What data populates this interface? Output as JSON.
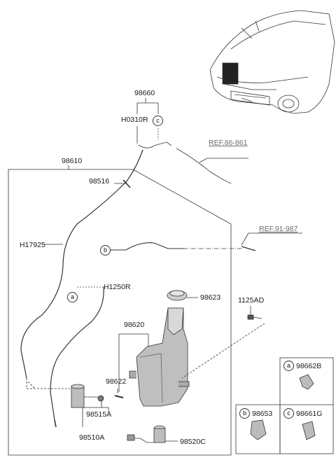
{
  "parts": {
    "p98660": "98660",
    "h0310r": "H0310R",
    "ref86": "REF.86-861",
    "p98610": "98610",
    "p98516": "98516",
    "ref91": "REF.91-987",
    "h17925": "H17925",
    "h1250r": "H1250R",
    "p98623": "98623",
    "p1125ad": "1125AD",
    "p98620": "98620",
    "p98622": "98622",
    "p98515a": "98515A",
    "p98510a": "98510A",
    "p98520c": "98520C"
  },
  "markers": {
    "a": "a",
    "b": "b",
    "c": "c"
  },
  "legend": {
    "a_part": "98662B",
    "b_part": "98653",
    "c_part": "98661G"
  }
}
